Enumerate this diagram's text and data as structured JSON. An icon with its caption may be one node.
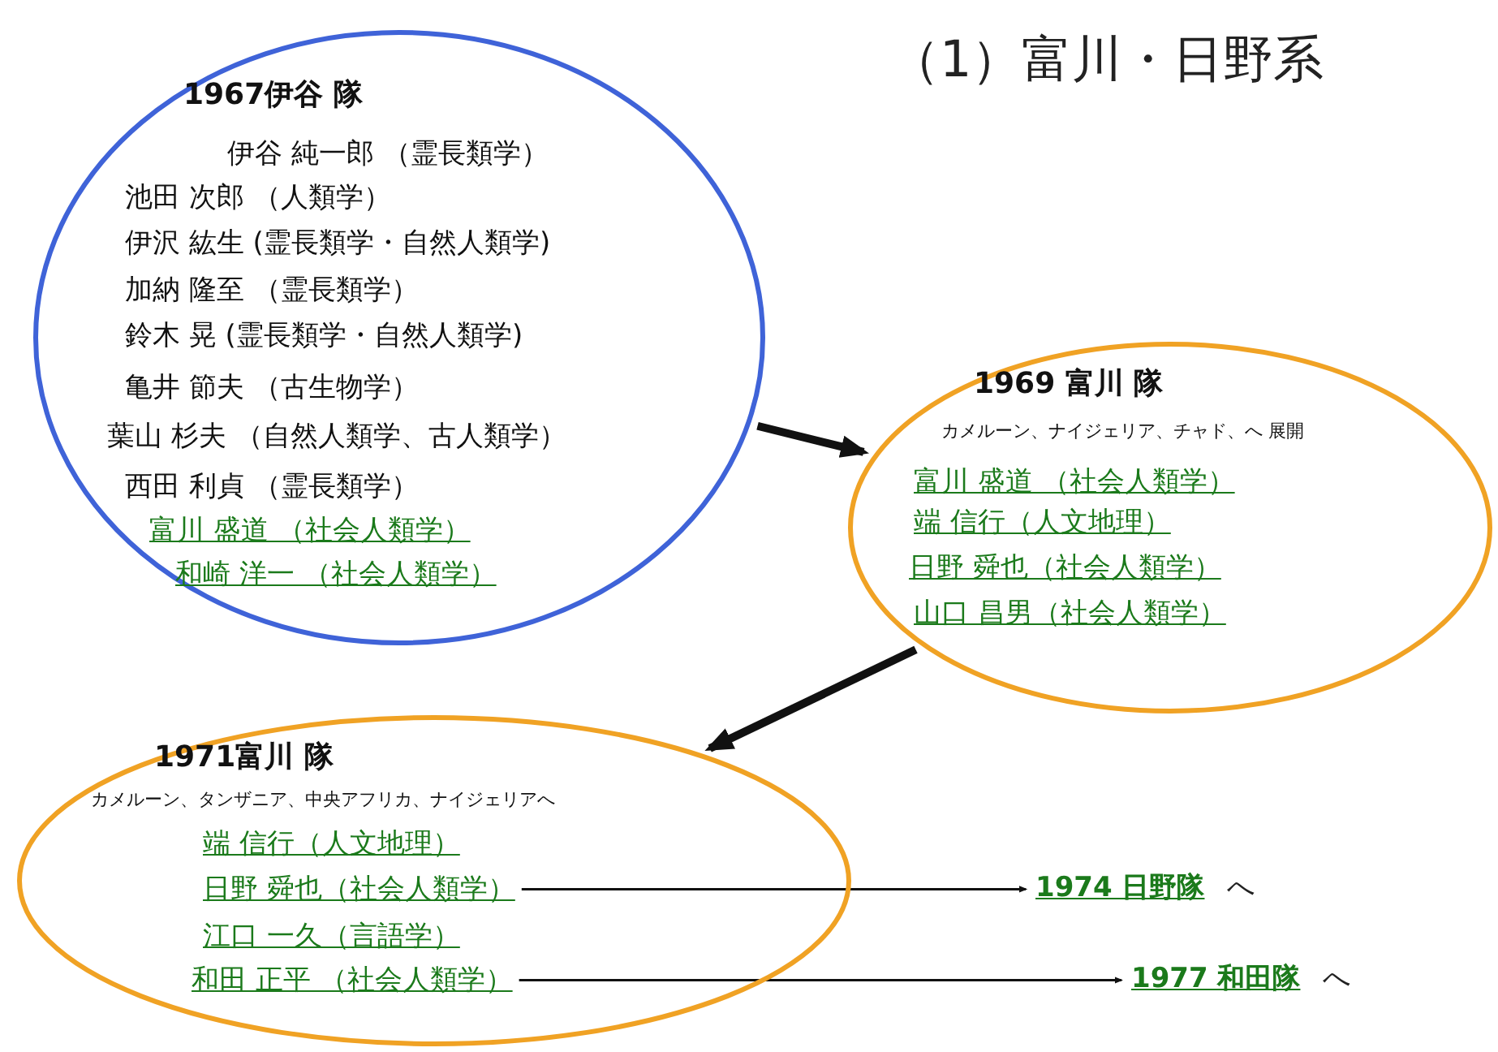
{
  "diagram": {
    "title": "（1）富川・日野系",
    "nodes": [
      {
        "text": [
          "1967伊谷 隊"
        ]
      },
      {
        "text": [
          "伊谷 純一郎 （霊長類学）"
        ],
        "in": 0
      },
      {
        "text": [
          "池田 次郎 （人類学）"
        ],
        "in": 0
      },
      {
        "text": [
          "伊沢 紘生 (霊長類学・自然人類学)"
        ],
        "in": 0
      },
      {
        "text": [
          "加納 隆至 （霊長類学）"
        ],
        "in": 0
      },
      {
        "text": [
          "鈴木 晃 (霊長類学・自然人類学)"
        ],
        "in": 0
      },
      {
        "text": [
          "亀井 節夫 （古生物学）"
        ],
        "in": 0
      },
      {
        "text": [
          "葉山 杉夫 （自然人類学、古人類学）"
        ],
        "in": 0
      },
      {
        "text": [
          "西田 利貞 （霊長類学）"
        ],
        "in": 0
      },
      {
        "text": [
          "富川 盛道 （社会人類学）"
        ],
        "in": 0
      },
      {
        "text": [
          "和崎 洋一 （社会人類学）"
        ],
        "in": 0
      },
      {
        "text": [
          "1969 富川 隊",
          "カメルーン、ナイジェリア、チャド、へ 展開"
        ]
      },
      {
        "text": [
          "富川 盛道 （社会人類学）"
        ],
        "in": 11
      },
      {
        "text": [
          "端 信行（人文地理）"
        ],
        "in": 11
      },
      {
        "text": [
          "日野 舜也（社会人類学）"
        ],
        "in": 11
      },
      {
        "text": [
          "山口 昌男（社会人類学）"
        ],
        "in": 11
      },
      {
        "text": [
          "1971富川 隊",
          "カメルーン、タンザニア、中央アフリカ、ナイジェリアへ"
        ]
      },
      {
        "text": [
          "端 信行（人文地理）"
        ],
        "in": 16
      },
      {
        "text": [
          "日野 舜也（社会人類学）"
        ],
        "in": 16
      },
      {
        "text": [
          "江口 一久（言語学）"
        ],
        "in": 16
      },
      {
        "text": [
          "和田 正平 （社会人類学）"
        ],
        "in": 16
      },
      {
        "text": [
          "1974 日野隊",
          "へ"
        ]
      },
      {
        "text": [
          "1977 和田隊",
          "へ"
        ]
      }
    ],
    "edges": [
      {
        "from": 0,
        "to": 11,
        "arrow": "to",
        "style": "thick"
      },
      {
        "from": 11,
        "to": 16,
        "arrow": "to",
        "style": "thick"
      },
      {
        "from": 18,
        "to": 21,
        "arrow": "to"
      },
      {
        "from": 20,
        "to": 22,
        "arrow": "to"
      }
    ]
  }
}
